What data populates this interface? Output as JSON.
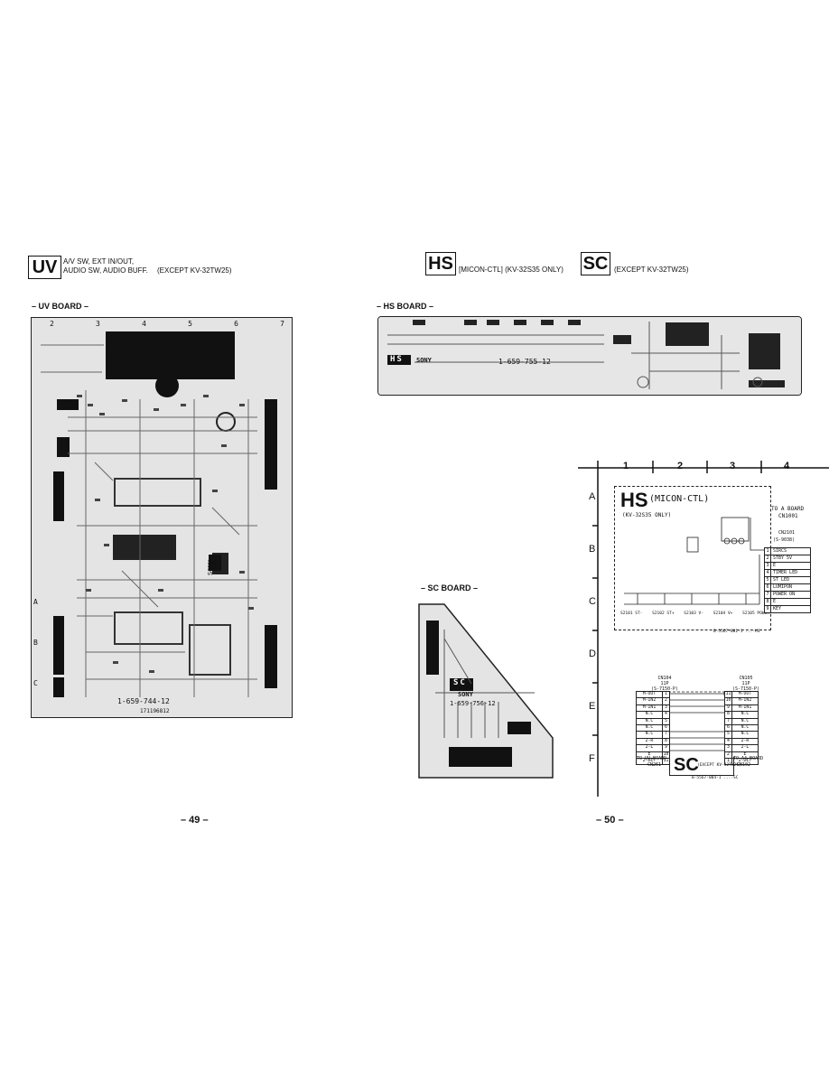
{
  "uv": {
    "box": "UV",
    "line1": "A/V SW, EXT IN/OUT,",
    "line2": "AUDIO SW, AUDIO BUFF.",
    "except": "(EXCEPT KV-32TW25)",
    "board_title": "– UV BOARD –",
    "partno": "1-659-744-12",
    "serial": "171196812",
    "coords_top": [
      "2",
      "3",
      "4",
      "5",
      "6",
      "7"
    ],
    "coords_left": [
      "A",
      "B",
      "C"
    ],
    "logo": "SONY"
  },
  "hs": {
    "box": "HS",
    "line": "[MICON-CTL] (KV-32S35 ONLY)",
    "board_title": "– HS BOARD –",
    "silk": "HS",
    "sony": "SONY",
    "partno": "1-659-755-12"
  },
  "sc": {
    "box": "SC",
    "line": "(EXCEPT KV-32TW25)",
    "board_title": "– SC BOARD –",
    "silk": "SC",
    "sony": "SONY",
    "partno": "1-659-756-12"
  },
  "grid": {
    "cols": [
      "1",
      "2",
      "3",
      "4"
    ],
    "rows": [
      "A",
      "B",
      "C",
      "D",
      "E",
      "F"
    ]
  },
  "hs_schem": {
    "title": "HS",
    "subtitle": "(MICON-CTL)",
    "model": "(KV-32S35 ONLY)",
    "to_board": "TO A BOARD",
    "conn": "CN1001",
    "conn2": "CN2101",
    "conn2b": "(S-9038)",
    "pins": [
      {
        "n": "1",
        "s": "SIRCS"
      },
      {
        "n": "2",
        "s": "STBY 5V"
      },
      {
        "n": "3",
        "s": "E"
      },
      {
        "n": "4",
        "s": "TIMER LED"
      },
      {
        "n": "5",
        "s": "ST LED"
      },
      {
        "n": "6",
        "s": "LUMIPON"
      },
      {
        "n": "7",
        "s": "POWER ON"
      },
      {
        "n": "8",
        "s": "E"
      },
      {
        "n": "9",
        "s": "KEY"
      }
    ],
    "switch_labels": [
      "S2101 ST-",
      "S2102 ST+",
      "S2103 V-",
      "S2104 V+",
      "S2105 POWER"
    ],
    "footnote": "B-5567-001-1 ...-HS"
  },
  "sc_schem": {
    "cn_left": "CN104",
    "cn_left_pins": "11P",
    "cn_left_type": "(S-7150-P)",
    "cn_right": "CN105",
    "cn_right_pins": "11P",
    "cn_right_type": "(S-7150-P)",
    "left_rows": [
      {
        "s": "M-OUT",
        "n": "1"
      },
      {
        "s": "M-IN2",
        "n": "2"
      },
      {
        "s": "M-IN1",
        "n": "3"
      },
      {
        "s": "N.C",
        "n": "4"
      },
      {
        "s": "N.C",
        "n": "5"
      },
      {
        "s": "N.C",
        "n": "6"
      },
      {
        "s": "N.C",
        "n": "7"
      },
      {
        "s": "2-R",
        "n": "8"
      },
      {
        "s": "2-L",
        "n": "9"
      },
      {
        "s": "E",
        "n": "10"
      },
      {
        "s": "2-DET",
        "n": "11"
      }
    ],
    "right_rows": [
      {
        "n": "11",
        "s": "M-OUT"
      },
      {
        "n": "10",
        "s": "M-IN2"
      },
      {
        "n": "9",
        "s": "M-IN1"
      },
      {
        "n": "8",
        "s": "N.C"
      },
      {
        "n": "7",
        "s": "N.C"
      },
      {
        "n": "6",
        "s": "N.C"
      },
      {
        "n": "5",
        "s": "N.C"
      },
      {
        "n": "4",
        "s": "2-R"
      },
      {
        "n": "3",
        "s": "2-L"
      },
      {
        "n": "2",
        "s": "E"
      },
      {
        "n": "1",
        "s": "2-DET"
      }
    ],
    "to_left": "TO UV BOARD",
    "to_left_conn": "CN261",
    "to_right": "TO A4 BOARD",
    "to_right_conn": "CN102",
    "title": "SC",
    "except": "(EXCEPT KV-32TW25)",
    "footnote": "B-5567-004-1 ...-SC"
  },
  "pages": {
    "left": "– 49 –",
    "right": "– 50 –"
  }
}
